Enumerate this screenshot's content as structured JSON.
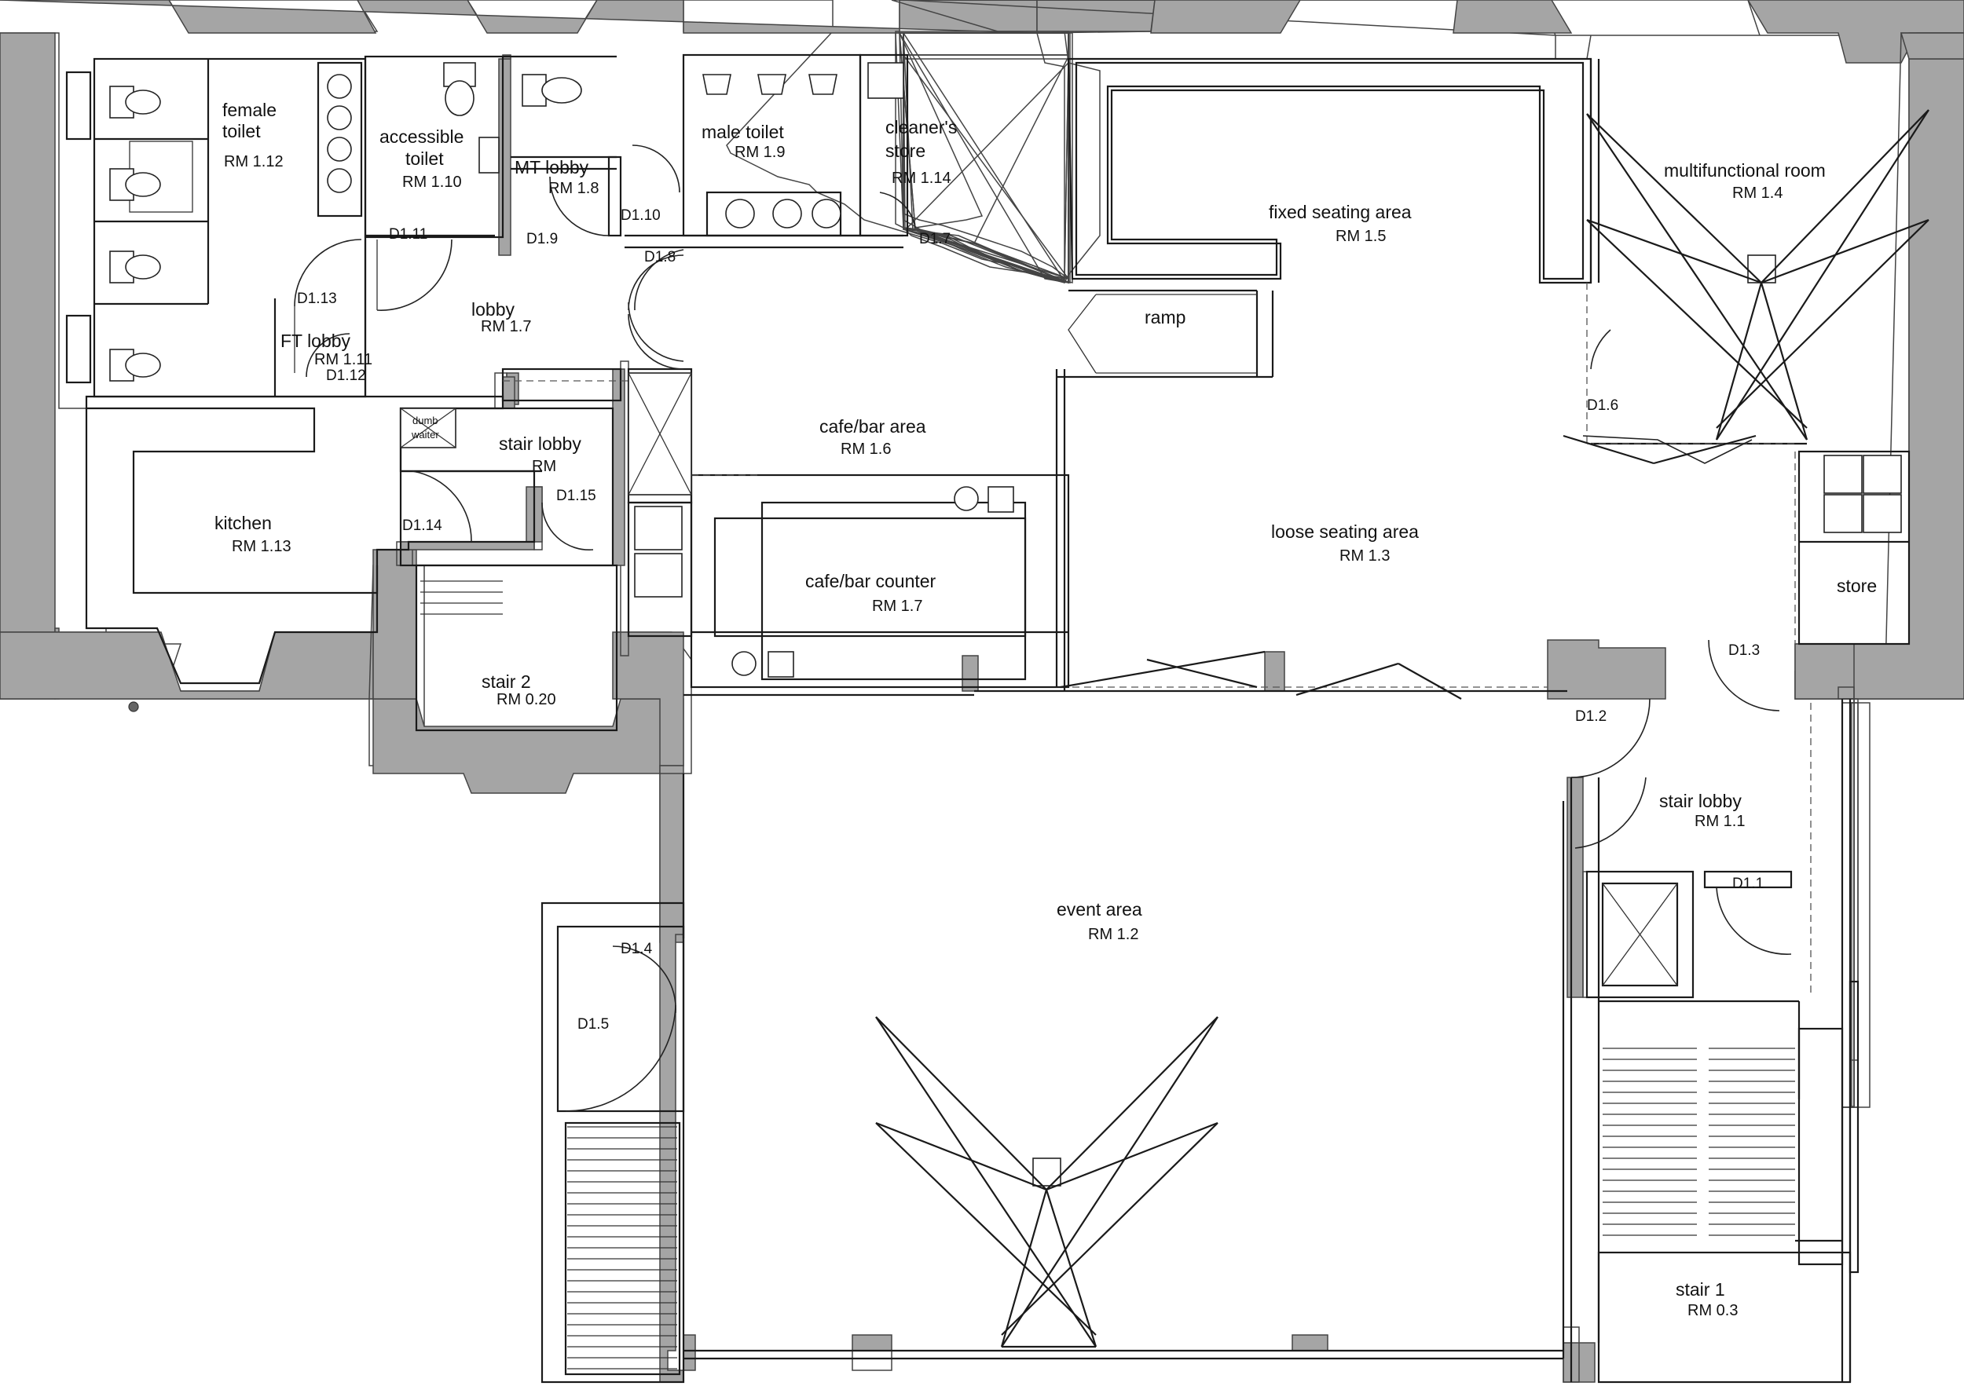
{
  "rooms": {
    "female_toilet": {
      "name": "female\ntoilet",
      "code": "RM 1.12"
    },
    "accessible_toilet": {
      "name": "accessible\ntoilet",
      "code": "RM 1.10"
    },
    "mt_lobby": {
      "name": "MT lobby",
      "code": "RM 1.8"
    },
    "male_toilet": {
      "name": "male toilet",
      "code": "RM 1.9"
    },
    "cleaners_store": {
      "name": "cleaner's\nstore",
      "code": "RM 1.14"
    },
    "fixed_seating": {
      "name": "fixed seating area",
      "code": "RM 1.5"
    },
    "multifunctional": {
      "name": "multifunctional room",
      "code": "RM 1.4"
    },
    "lobby": {
      "name": "lobby",
      "code": "RM 1.7"
    },
    "ft_lobby": {
      "name": "FT lobby",
      "code": "RM 1.11"
    },
    "ramp": {
      "name": "ramp"
    },
    "cafe_bar_area": {
      "name": "cafe/bar area",
      "code": "RM 1.6"
    },
    "stair_lobby_rm": {
      "name": "stair lobby",
      "code": "RM"
    },
    "kitchen": {
      "name": "kitchen",
      "code": "RM 1.13"
    },
    "loose_seating": {
      "name": "loose seating area",
      "code": "RM 1.3"
    },
    "cafe_counter": {
      "name": "cafe/bar counter",
      "code": "RM 1.7"
    },
    "store": {
      "name": "store"
    },
    "stair2": {
      "name": "stair 2",
      "code": "RM 0.20"
    },
    "stair_lobby_1": {
      "name": "stair lobby",
      "code": "RM 1.1"
    },
    "event_area": {
      "name": "event area",
      "code": "RM 1.2"
    },
    "stair1": {
      "name": "stair 1",
      "code": "RM 0.3"
    }
  },
  "doors": {
    "d1_1": "D1.1",
    "d1_2": "D1.2",
    "d1_3": "D1.3",
    "d1_4": "D1.4",
    "d1_5": "D1.5",
    "d1_6": "D1.6",
    "d1_7": "D1.7",
    "d1_8": "D1.8",
    "d1_9": "D1.9",
    "d1_10": "D1.10",
    "d1_11": "D1.11",
    "d1_12": "D1.12",
    "d1_13": "D1.13",
    "d1_14": "D1.14",
    "d1_15": "D1.15"
  },
  "labels": {
    "dumbwaiter": "dumb\nwaiter"
  },
  "colors": {
    "wall_fill": "#a5a5a5",
    "line": "#1a1a1a",
    "background": "#ffffff"
  }
}
